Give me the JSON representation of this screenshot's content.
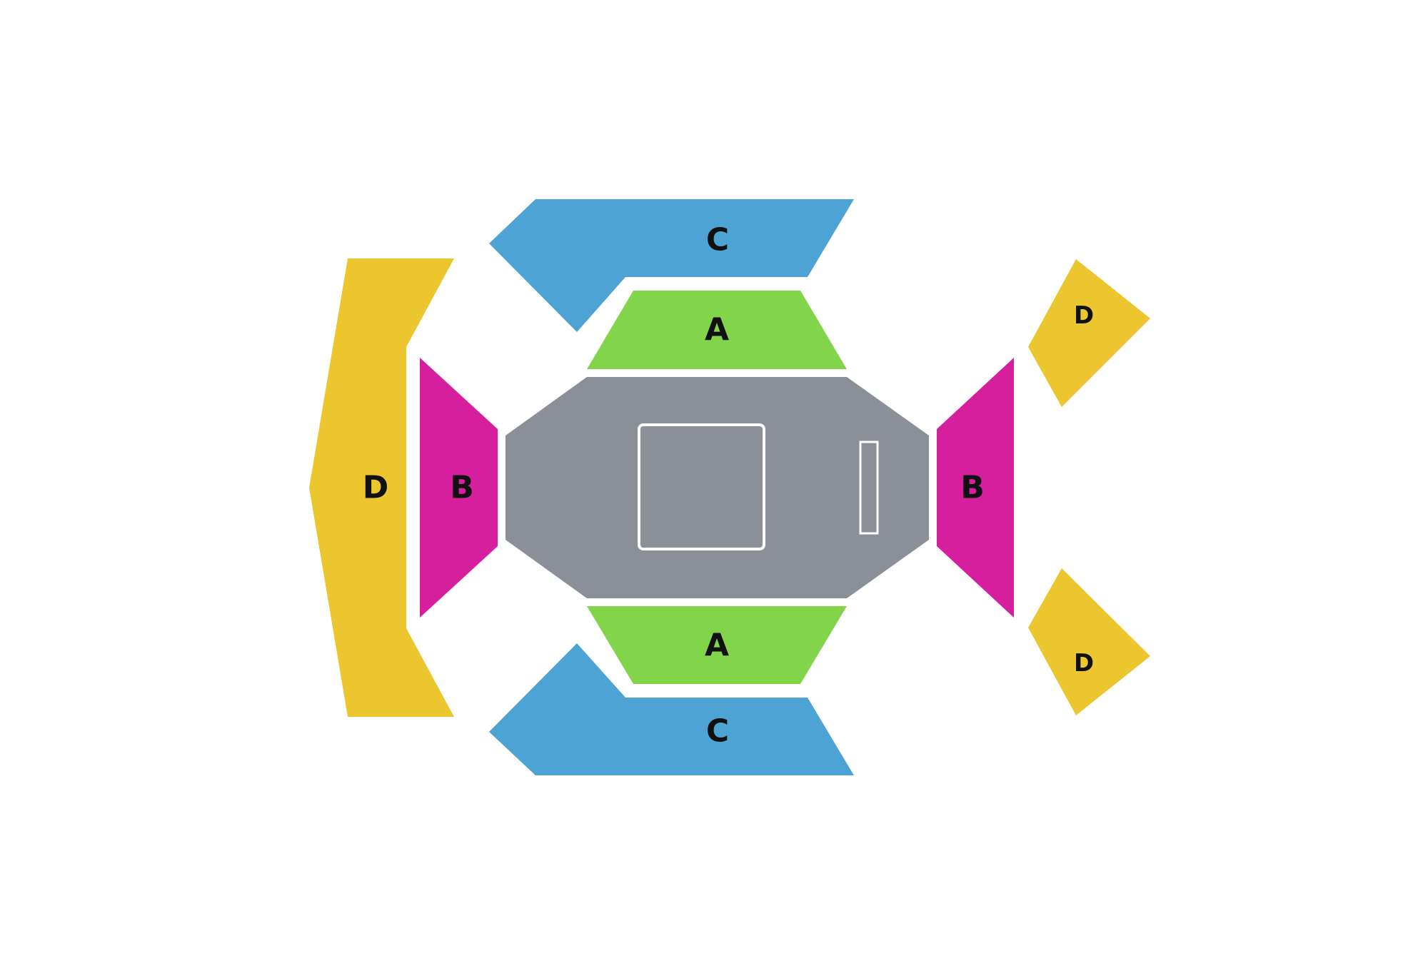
{
  "colors": {
    "section_a": "#82d54a",
    "section_b": "#d61f9c",
    "section_c": "#4ca3d4",
    "section_d": "#ecc62e",
    "stage_floor": "#8b8f97",
    "stage_outline": "#ffffff",
    "label": "#111111"
  },
  "sections": {
    "d_left": {
      "label": "D"
    },
    "b_left": {
      "label": "B"
    },
    "c_top": {
      "label": "C"
    },
    "a_top": {
      "label": "A"
    },
    "a_bottom": {
      "label": "A"
    },
    "c_bottom": {
      "label": "C"
    },
    "b_right": {
      "label": "B"
    },
    "d_right_top": {
      "label": "D"
    },
    "d_right_bottom": {
      "label": "D"
    }
  }
}
